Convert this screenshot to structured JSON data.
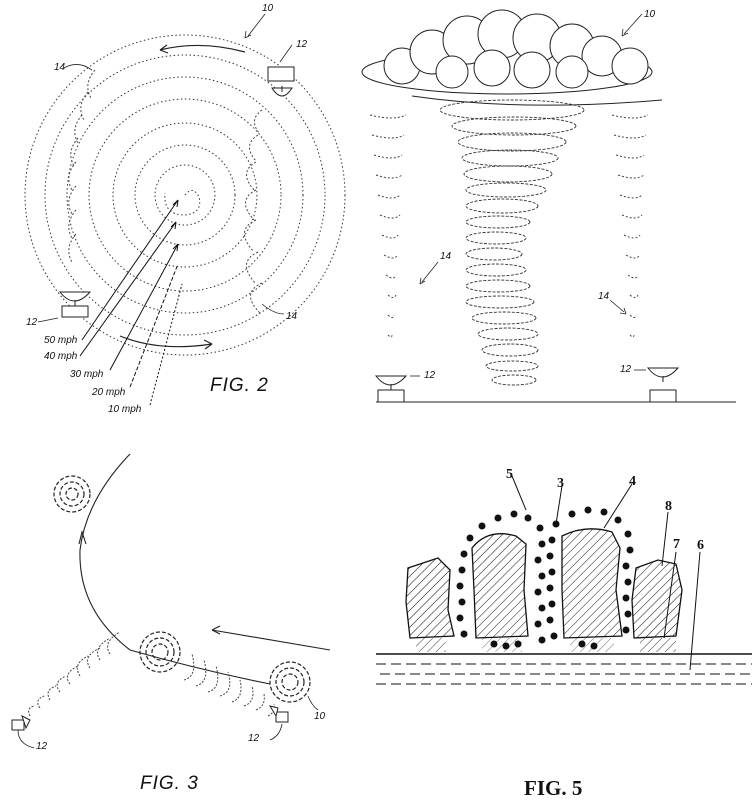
{
  "fig2": {
    "caption": "FIG. 2",
    "ref_system": "10",
    "ref_antenna": "12",
    "ref_wave": "14",
    "speeds": [
      "50 mph",
      "40 mph",
      "30 mph",
      "20 mph",
      "10 mph"
    ]
  },
  "tornado": {
    "ref_system": "10",
    "ref_antenna": "12",
    "ref_wave": "14"
  },
  "fig3": {
    "caption": "FIG. 3",
    "ref_antenna": "12",
    "ref_system": "10"
  },
  "fig5": {
    "caption": "FIG. 5",
    "refs": [
      "3",
      "4",
      "5",
      "6",
      "7",
      "8"
    ]
  }
}
